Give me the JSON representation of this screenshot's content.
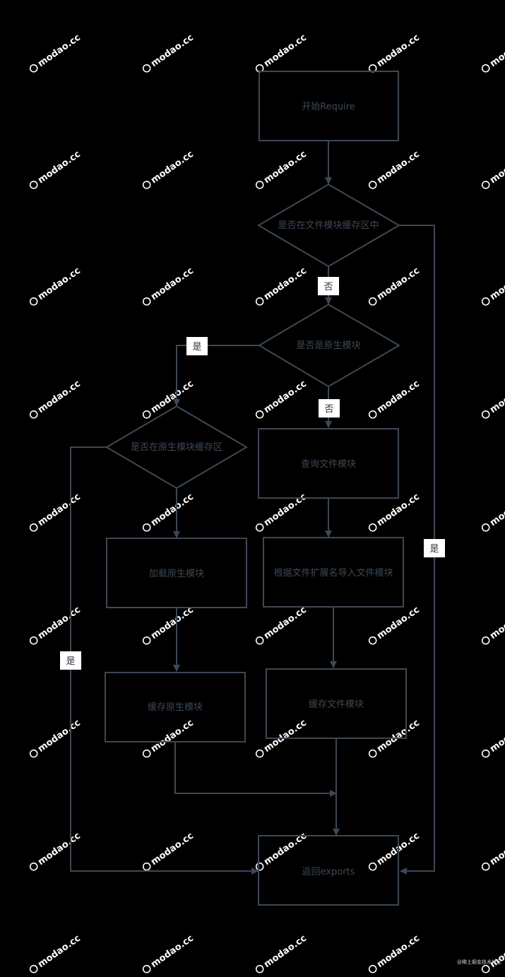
{
  "diagram": {
    "nodes": {
      "start": "开始Require",
      "check_file_cache": "是否在文件模块缓存区中",
      "check_native": "是否是原生模块",
      "check_native_cache": "是否在原生模块缓存区",
      "query_file": "查询文件模块",
      "load_native": "加载原生模块",
      "import_by_ext": "根据文件扩展名导入文件模块",
      "cache_native": "缓存原生模块",
      "cache_file": "缓存文件模块",
      "return_exports": "返回exports"
    },
    "edge_labels": {
      "file_cache_no": "否",
      "native_yes": "是",
      "native_no": "否",
      "file_cache_yes": "是",
      "native_cache_yes": "是"
    }
  },
  "watermark": "modao.cc",
  "footer": "@稀土掘金技术社区",
  "colors": {
    "background": "#000000",
    "stroke": "#3d4854",
    "label_bg": "#ffffff"
  }
}
